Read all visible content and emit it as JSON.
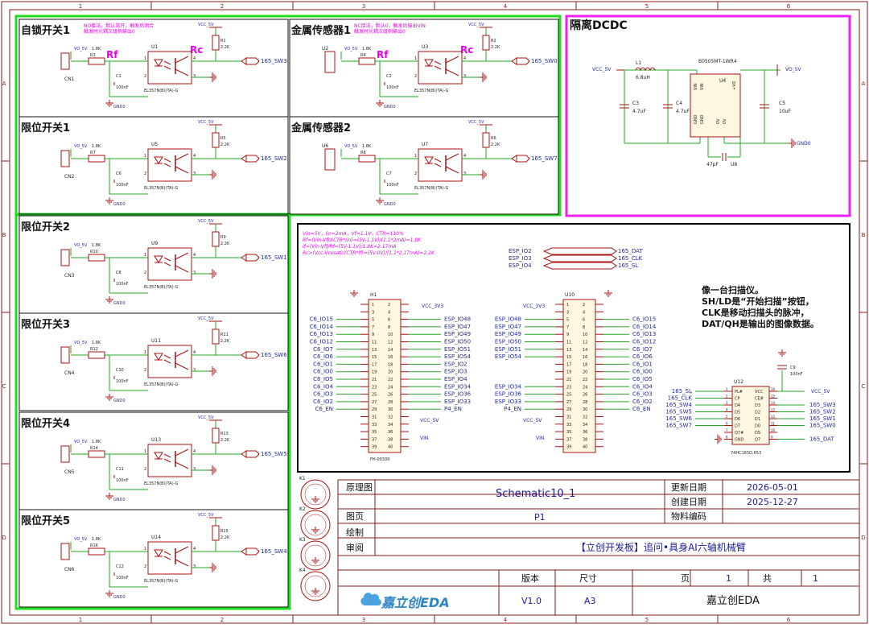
{
  "frame": {
    "cols": [
      "1",
      "2",
      "3",
      "4",
      "5",
      "6"
    ],
    "rows": [
      "A",
      "B",
      "C",
      "D"
    ]
  },
  "colors": {
    "border": "#8b1a1a",
    "wire": "#22aa22",
    "component": "#aa1111",
    "net_label": "#222a99",
    "comment": "#ee00ee",
    "group_green": "#22dd22",
    "group_magenta": "#ee22ee",
    "group_black": "#000000",
    "title_block": "#8b1a1a",
    "table_text": "#1a1a99"
  },
  "input_modules": [
    {
      "title": "自锁开关1",
      "conn": "CN1",
      "res_in": "R3",
      "opto": "U1",
      "cap": "C1",
      "res_pull": "R1",
      "net_out": "165_SW3",
      "note1": "NO接法，默认常开，触发后闭合",
      "note2": "触发时光耦次级侧输出0",
      "rf": "Rf",
      "rc": "Rc"
    },
    {
      "title": "限位开关1",
      "conn": "CN2",
      "res_in": "R7",
      "opto": "U5",
      "cap": "C6",
      "res_pull": "R5",
      "net_out": "165_SW2"
    },
    {
      "title": "限位开关2",
      "conn": "CN3",
      "res_in": "R10",
      "opto": "U9",
      "cap": "C8",
      "res_pull": "R9",
      "net_out": "165_SW1"
    },
    {
      "title": "限位开关3",
      "conn": "CN4",
      "res_in": "R12",
      "opto": "U11",
      "cap": "C10",
      "res_pull": "R11",
      "net_out": "165_SW6"
    },
    {
      "title": "限位开关4",
      "conn": "CN5",
      "res_in": "R14",
      "opto": "U13",
      "cap": "C11",
      "res_pull": "R13",
      "net_out": "165_SW5"
    },
    {
      "title": "限位开关5",
      "conn": "CN6",
      "res_in": "R16",
      "opto": "U14",
      "cap": "C12",
      "res_pull": "R15",
      "net_out": "165_SW4"
    }
  ],
  "metal_modules": [
    {
      "title": "金属传感器1",
      "conn": "U2",
      "res_in": "R4",
      "opto": "U3",
      "cap": "C2",
      "res_pull": "R2",
      "net_out": "165_SW0",
      "note1": "NC接法，默认0，触发后输出VIN",
      "note2": "触发时光耦次级侧输出0",
      "rf": "Rf",
      "rc": "Rc"
    },
    {
      "title": "金属传感器2",
      "conn": "U6",
      "res_in": "R8",
      "opto": "U7",
      "cap": "C7",
      "res_pull": "R6",
      "net_out": "165_SW7"
    }
  ],
  "common": {
    "vo5v": "VO_5V",
    "vcc5v": "VCC_5V",
    "gnd0": "GND0",
    "r_in_val": "1.8K",
    "r_pull_val": "2.2K",
    "cap_val": "100nF",
    "opto_part": "EL357N(B)(TA)-G"
  },
  "dcdc": {
    "title": "隔离DCDC",
    "vcc_label": "VCC_5V",
    "vo_label": "VO_5V",
    "gnd_label": "GND0",
    "inductor": "L1",
    "inductor_val": "6.8uH",
    "module_part": "B0505MT-1WR4",
    "module_ref": "U4",
    "c3": "C3",
    "c3v": "4.7uF",
    "c4": "C4",
    "c4v": "4.7uF",
    "c5": "C5",
    "c5v": "10uF",
    "c_y": "47pF",
    "u8": "U8",
    "pins": [
      "VIN",
      "VIN",
      "GND",
      "GND",
      "0V",
      "0V",
      "+VO"
    ]
  },
  "mcu": {
    "formula_lines": [
      "Vin=5V，Iin=2mA，Vf=1.1V，CTR=110%",
      "Rf=(Vin-Vf)/(CTR*Iin)=(5V-1.1V)/(1.1*2mA)=1.8K",
      "If=(Vin-Vf)/Rf=(5V-1.1V)/1.8K=2.17mA",
      "Rc>(Vcc-Vcesat)/(CTR*If)=(5V-0V)/(1.1*2.17mA)=2.2K"
    ],
    "esp_sig_left": [
      "ESP_IO2",
      "ESP_IO3",
      "ESP_IO4"
    ],
    "esp_sig_right": [
      "165_DAT",
      "165_CLK",
      "165_SL"
    ],
    "h1_ref": "H1",
    "h1_part": "FH-00339",
    "h1_left_nets": [
      "C6_IO15",
      "C6_IO14",
      "C6_IO13",
      "C6_IO12",
      "C6_IO7",
      "C6_IO6",
      "C6_IO1",
      "C6_IO0",
      "C6_IO5",
      "C6_IO4",
      "C6_IO3",
      "C6_IO2",
      "C6_EN"
    ],
    "h1_right_nets": [
      "ESP_IO48",
      "ESP_IO47",
      "ESP_IO49",
      "ESP_IO50",
      "ESP_IO51",
      "ESP_IO54",
      "ESP_IO2",
      "ESP_IO3",
      "ESP_IO4",
      "ESP_IO34",
      "ESP_IO36",
      "ESP_IO33",
      "P4_EN"
    ],
    "h1_3v3": "VCC_3V3",
    "h1_5v": "VCC_5V",
    "h1_vin": "VIN",
    "u10_ref": "U10",
    "u10_left_nets": [
      "ESP_IO48",
      "ESP_IO47",
      "ESP_IO49",
      "ESP_IO50",
      "ESP_IO51",
      "ESP_IO54"
    ],
    "u10_left_nets2": [
      "ESP_IO34",
      "ESP_IO36",
      "ESP_IO33",
      "P4_EN"
    ],
    "u10_right_nets": [
      "C6_IO15",
      "C6_IO14",
      "C6_IO13",
      "C6_IO12",
      "C6_IO7",
      "C6_IO6",
      "C6_IO1",
      "C6_IO0",
      "C6_IO5",
      "C6_IO4",
      "C6_IO3",
      "C6_IO2",
      "C6_EN"
    ],
    "u10_3v3": "VCC_3V3",
    "u10_5v": "VCC_5V",
    "u10_vin": "VIN",
    "pin_left": [
      "1",
      "3",
      "5",
      "7",
      "9",
      "11",
      "13",
      "15",
      "17",
      "19",
      "21",
      "23",
      "25",
      "27",
      "29",
      "31",
      "33",
      "35",
      "37",
      "39"
    ],
    "pin_right": [
      "2",
      "4",
      "6",
      "8",
      "10",
      "12",
      "14",
      "16",
      "18",
      "20",
      "22",
      "24",
      "26",
      "28",
      "30",
      "32",
      "34",
      "36",
      "38",
      "40"
    ],
    "desc_lines": [
      "像一台扫描仪。",
      "SH/LD是“开始扫描”按钮，",
      "CLK是移动扫描头的脉冲，",
      "DAT/QH是输出的图像数据。"
    ],
    "u12_ref": "U12",
    "u12_part": "74HC165D,653",
    "u12_left_nets": [
      "165_SL",
      "165_CLK",
      "165_SW4",
      "165_SW5",
      "165_SW6",
      "165_SW7"
    ],
    "u12_left_pins": [
      "PL#",
      "CP",
      "D4",
      "D5",
      "D6",
      "D7",
      "Q7#",
      "GND"
    ],
    "u12_right_pins": [
      "VCC",
      "CE#",
      "D3",
      "D2",
      "D1",
      "D0",
      "DS",
      "Q7"
    ],
    "u12_right_nets": [
      "165_SW3",
      "165_SW2",
      "165_SW1",
      "165_SW0",
      "165_DAT"
    ],
    "u12_vcc": "VCC_5V",
    "c9": "C9",
    "c9v": "100nF"
  },
  "mounting": [
    "K1",
    "K2",
    "K3",
    "K4"
  ],
  "title_block": {
    "schematic_label": "原理图",
    "schematic_value": "Schematic10_1",
    "page_label": "图页",
    "page_value": "P1",
    "draw_label": "绘制",
    "review_label": "审阅",
    "update_label": "更新日期",
    "update_value": "2026-05-01",
    "create_label": "创建日期",
    "create_value": "2025-12-27",
    "material_label": "物料编码",
    "project": "【立创开发板】追问•具身AI六轴机械臂",
    "version_label": "版本",
    "version_value": "V1.0",
    "size_label": "尺寸",
    "size_value": "A3",
    "page_of_label": "页",
    "page_of_value": "1",
    "total_label": "共",
    "total_value": "1",
    "logo_text": "嘉立创EDA",
    "company": "嘉立创EDA"
  }
}
